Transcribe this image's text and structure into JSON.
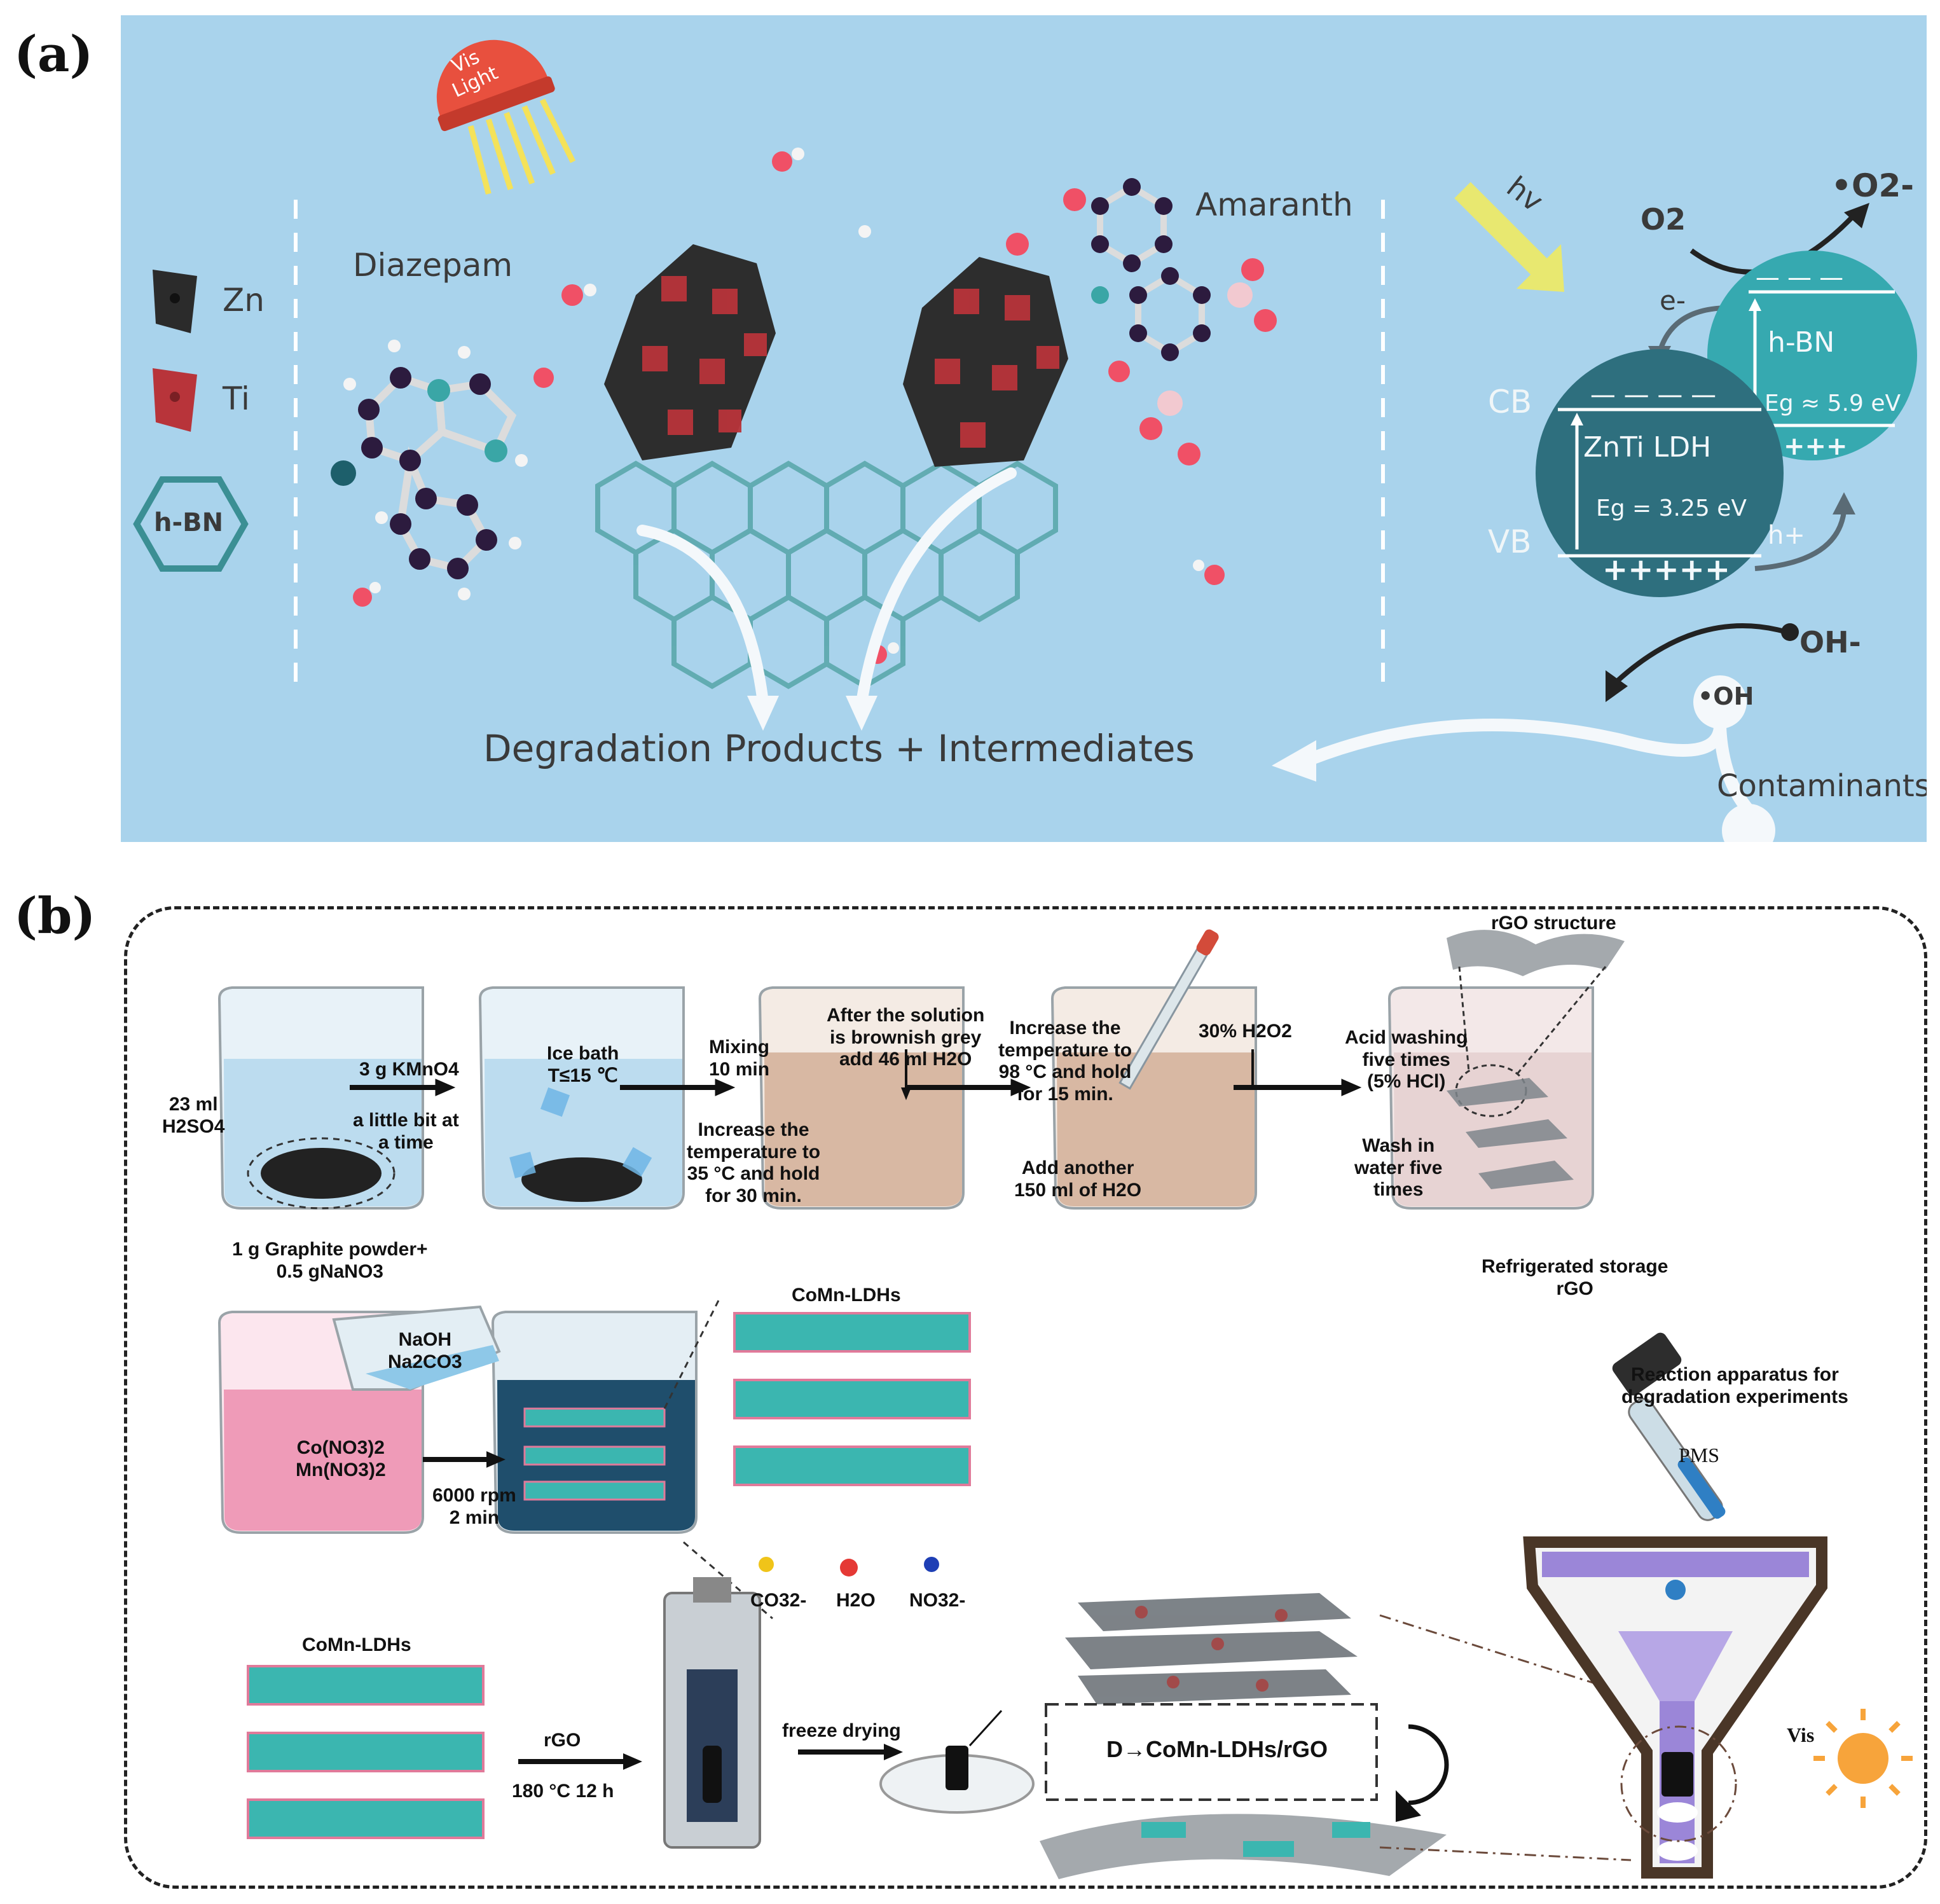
{
  "panel_a": {
    "label": "(a)",
    "lamp_text": "Vis\nLight",
    "legend": {
      "zn": "Zn",
      "ti": "Ti",
      "hbn": "h-BN"
    },
    "diazepam": "Diazepam",
    "amaranth": "Amaranth",
    "hv": "hv",
    "o2": "O2",
    "o2_radical": "•O2-",
    "e_minus": "e-",
    "hbn_circle": "h-BN",
    "hbn_eg": "Eg ≈ 5.9 eV",
    "hbn_holes": "+++",
    "cb": "CB",
    "vb": "VB",
    "zn_ldh": "ZnTi LDH",
    "zn_eg": "Eg = 3.25 eV",
    "zn_holes": "+++++",
    "h_plus": "h+",
    "oh_minus": "OH-",
    "oh_radical": "•OH",
    "contaminants": "Contaminants",
    "products": "Degradation Products + Intermediates"
  },
  "panel_b": {
    "label": "(b)",
    "step1_acid": "23 ml\nH2SO4",
    "step1_powder": "1 g Graphite powder+\n0.5 gNaNO3",
    "arrow1_top": "3 g KMnO4",
    "arrow1_bottom": "a little bit at\na time",
    "ice_bath": "Ice bath\nT≤15 ℃",
    "arrow2_top": "Mixing\n10 min",
    "arrow2_bottom": "Increase the\ntemperature to\n35 °C and hold\nfor 30 min.",
    "beaker3": "After the solution\nis brownish grey\nadd 46 ml H2O",
    "arrow3_top": "Increase the\ntemperature to\n98 °C and hold\nfor 15 min.",
    "arrow3_bottom": "Add another\n150 ml of H2O",
    "h2o2": "30% H2O2",
    "arrow4_top": "Acid washing\nfive times\n(5% HCl)",
    "arrow4_bottom": "Wash in\nwater five\ntimes",
    "rgo_structure": "rGO structure",
    "storage": "Refrigerated storage\nrGO",
    "naoh": "NaOH\nNa2CO3",
    "nitrates": "Co(NO3)2\nMn(NO3)2",
    "centrifuge": "6000 rpm\n2 min",
    "ldh_title_top": "CoMn-LDHs",
    "ions": [
      "CO32-",
      "H2O",
      "NO32-"
    ],
    "ldh_title_bottom": "CoMn-LDHs",
    "arrow_rgo_top": "rGO",
    "arrow_rgo_bottom": "180  °C 12 h",
    "freeze": "freeze drying",
    "product": "D→CoMn-LDHs/rGO",
    "apparatus": "Reaction apparatus for\ndegradation experiments",
    "pms": "PMS",
    "vis": "Vis"
  },
  "colors": {
    "panel_a_bg": "#a9d3ec",
    "zn_black": "#2b2b2b",
    "ti_red": "#b8343a",
    "ldh_circle": "#2e6f7e",
    "hbn_circle": "#36a9b0",
    "beaker_blue": "#bcdcef",
    "beaker_brown": "#d8b8a3",
    "beaker_pink": "#ef9bb8",
    "beaker_navy": "#1f4e6c",
    "ldh_teal": "#3bb6b0",
    "funnel_purple": "#9b86d8"
  }
}
